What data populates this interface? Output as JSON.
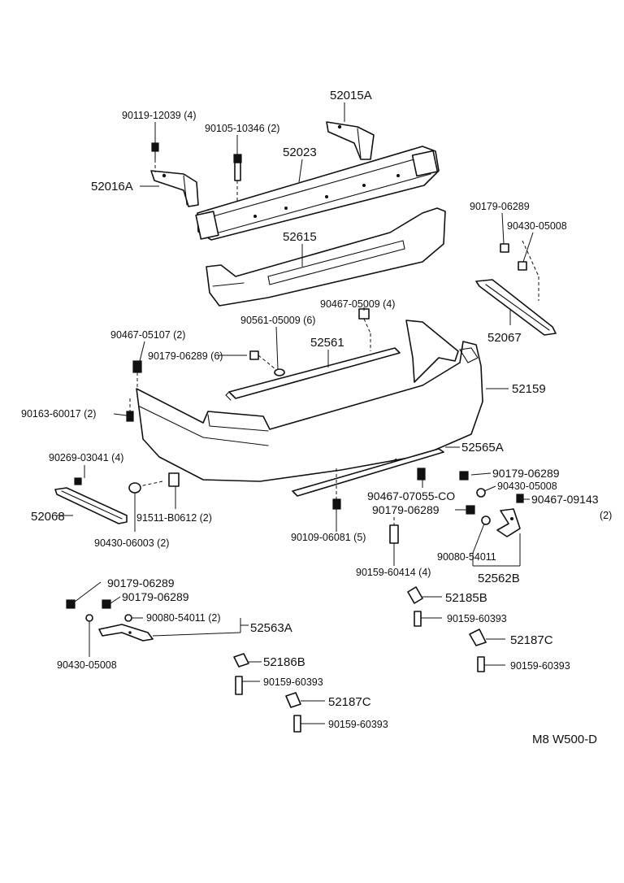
{
  "labels": {
    "p52015A": "52015A",
    "p90119": "90119-12039 (4)",
    "p90105": "90105-10346 (2)",
    "p52023": "52023",
    "p52016A": "52016A",
    "p90179a": "90179-06289",
    "p90430a": "90430-05008",
    "p52615": "52615",
    "p90467a": "90467-05009 (4)",
    "p52067": "52067",
    "p90561": "90561-05009 (6)",
    "p52561": "52561",
    "p90467b": "90467-05107 (2)",
    "p90179b": "90179-06289 (6)",
    "p52159": "52159",
    "p90163": "90163-60017 (2)",
    "p52565A": "52565A",
    "p90269": "90269-03041 (4)",
    "p90179c": "90179-06289",
    "p90430b": "90430-05008",
    "p90467c": "90467-09143",
    "p90467c_qty": "(2)",
    "p90467d": "90467-07055-CO",
    "p52068": "52068",
    "p91511": "91511-B0612 (2)",
    "p90179d": "90179-06289",
    "p90430c": "90430-06003 (2)",
    "p90109": "90109-06081 (5)",
    "p90080a": "90080-54011",
    "p90159a": "90159-60414 (4)",
    "p52562B": "52562B",
    "p90179e": "90179-06289",
    "p90179f": "90179-06289",
    "p90080b": "90080-54011 (2)",
    "p52563A": "52563A",
    "p90430d": "90430-05008",
    "p52185B": "52185B",
    "p90159b": "90159-60393",
    "p52187Ca": "52187C",
    "p90159c": "90159-60393",
    "p52186B": "52186B",
    "p90159d": "90159-60393",
    "p52187Cb": "52187C",
    "p90159e": "90159-60393"
  },
  "figure_code": "M8 W500-D"
}
